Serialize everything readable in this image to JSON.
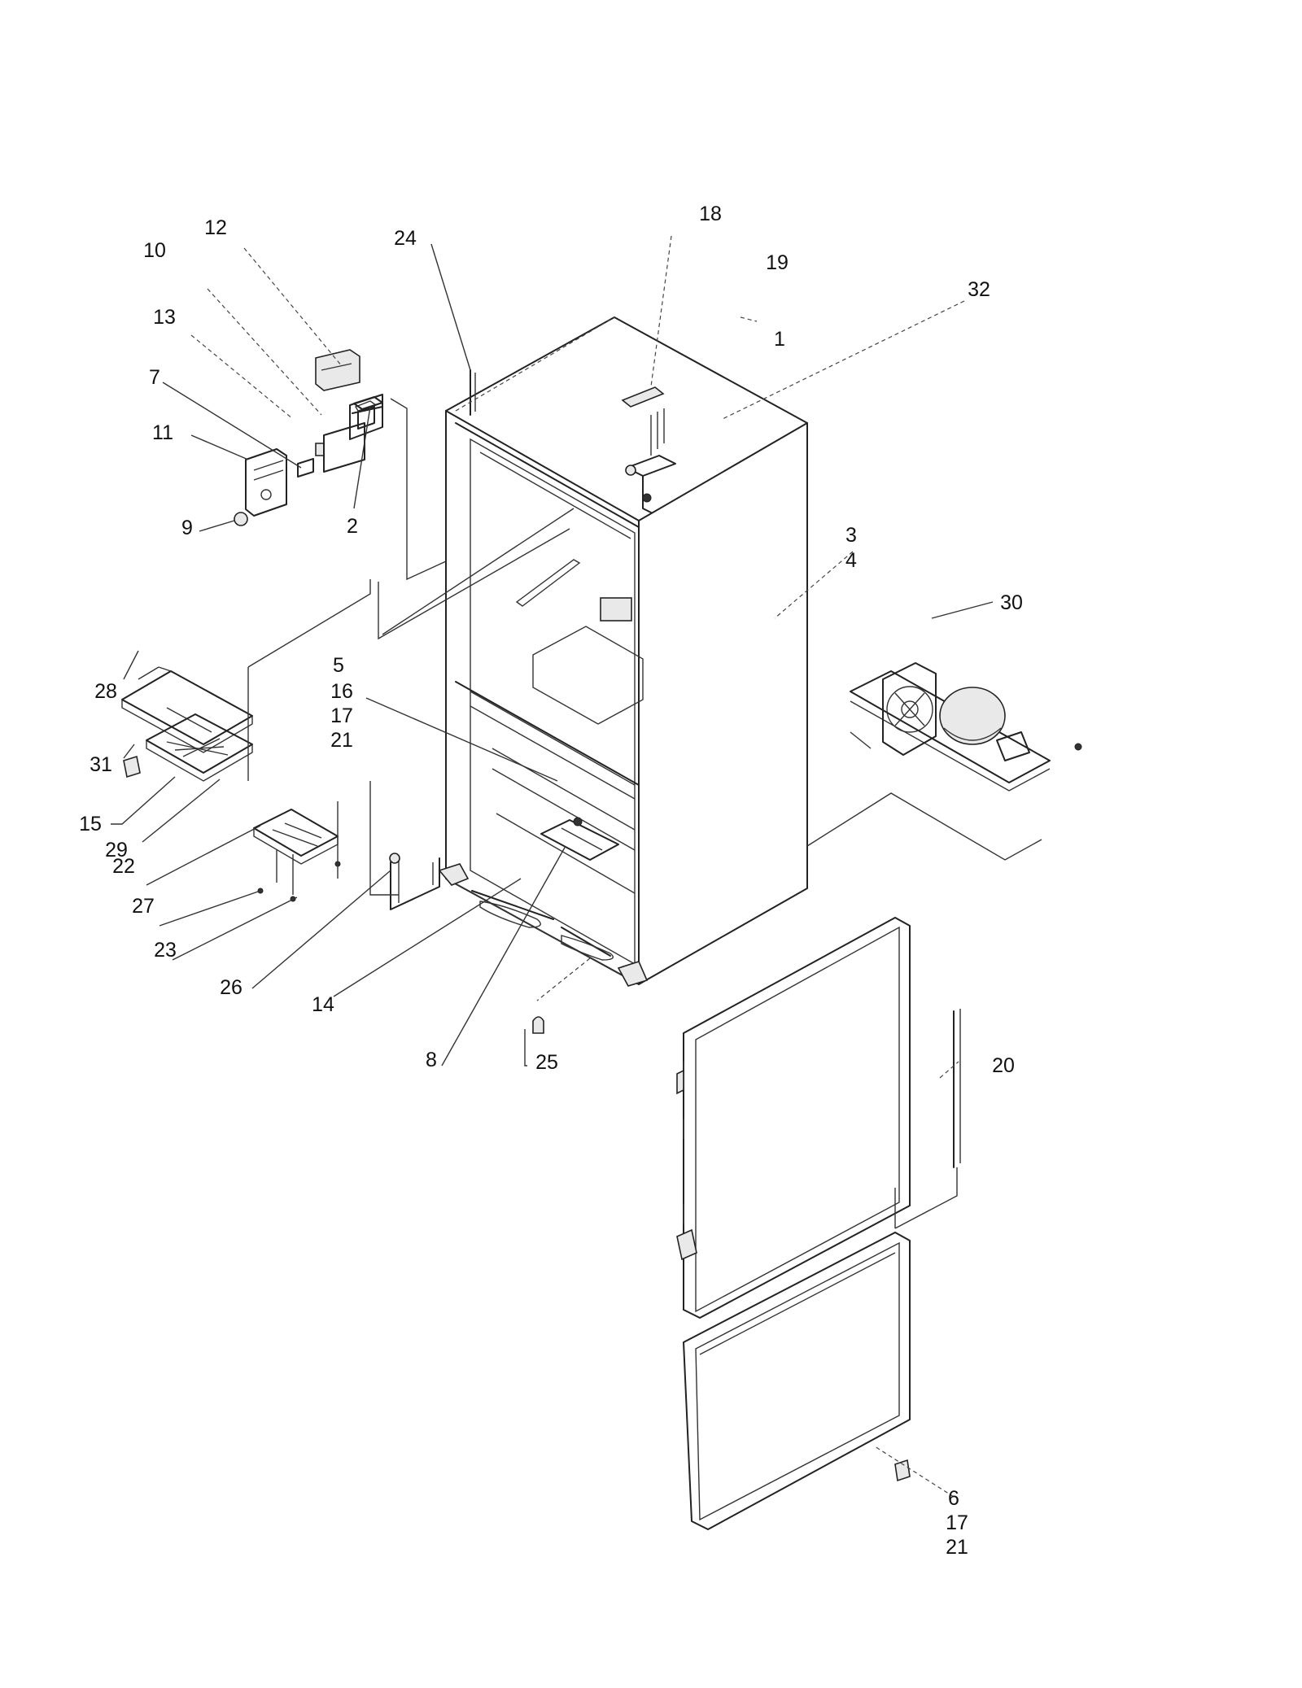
{
  "callouts": [
    {
      "id": "c1",
      "text": "1"
    },
    {
      "id": "c2",
      "text": "2"
    },
    {
      "id": "c3",
      "text": "3"
    },
    {
      "id": "c4",
      "text": "4"
    },
    {
      "id": "c5",
      "text": "5"
    },
    {
      "id": "c6",
      "text": "6"
    },
    {
      "id": "c7",
      "text": "7"
    },
    {
      "id": "c8",
      "text": "8"
    },
    {
      "id": "c9",
      "text": "9"
    },
    {
      "id": "c10",
      "text": "10"
    },
    {
      "id": "c11",
      "text": "11"
    },
    {
      "id": "c12",
      "text": "12"
    },
    {
      "id": "c13",
      "text": "13"
    },
    {
      "id": "c14",
      "text": "14"
    },
    {
      "id": "c15",
      "text": "15"
    },
    {
      "id": "c16",
      "text": "16"
    },
    {
      "id": "c17a",
      "text": "17"
    },
    {
      "id": "c17b",
      "text": "17"
    },
    {
      "id": "c18",
      "text": "18"
    },
    {
      "id": "c19",
      "text": "19"
    },
    {
      "id": "c20",
      "text": "20"
    },
    {
      "id": "c21a",
      "text": "21"
    },
    {
      "id": "c21b",
      "text": "21"
    },
    {
      "id": "c22",
      "text": "22"
    },
    {
      "id": "c23",
      "text": "23"
    },
    {
      "id": "c24",
      "text": "24"
    },
    {
      "id": "c25",
      "text": "25"
    },
    {
      "id": "c26",
      "text": "26"
    },
    {
      "id": "c27",
      "text": "27"
    },
    {
      "id": "c28",
      "text": "28"
    },
    {
      "id": "c29",
      "text": "29"
    },
    {
      "id": "c30",
      "text": "30"
    },
    {
      "id": "c31",
      "text": "31"
    },
    {
      "id": "c32",
      "text": "32"
    }
  ]
}
